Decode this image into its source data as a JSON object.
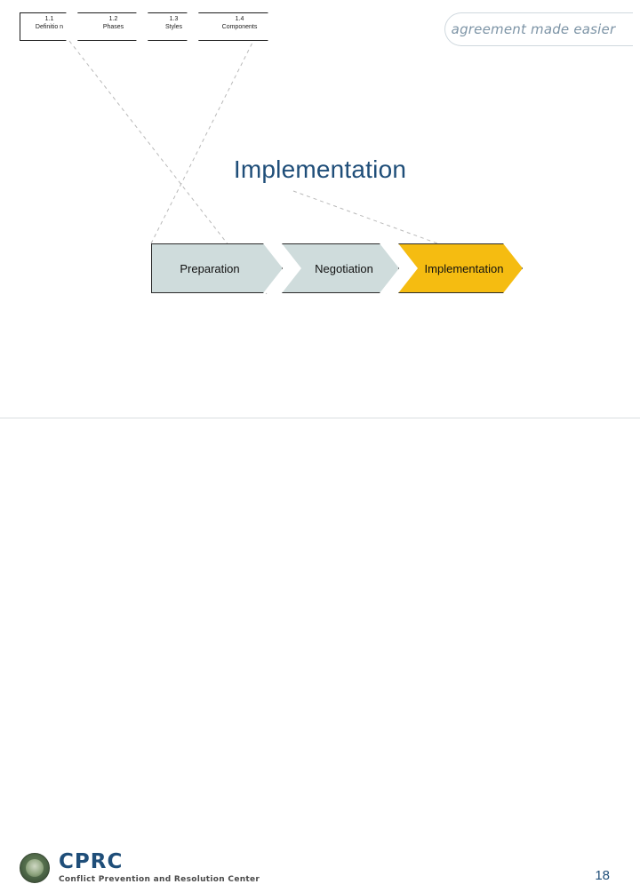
{
  "slide": {
    "title": "Implementation",
    "page_number": "18",
    "background_color": "#ffffff",
    "title_color": "#1f4e79"
  },
  "breadcrumb": {
    "items": [
      {
        "number": "1.1",
        "label": "Definitio n"
      },
      {
        "number": "1.2",
        "label": "Phases"
      },
      {
        "number": "1.3",
        "label": "Styles"
      },
      {
        "number": "1.4",
        "label": "Components"
      }
    ]
  },
  "branding": {
    "tagline": "agreement made easier",
    "tagline_color": "#7d94a6"
  },
  "process": {
    "steps": [
      {
        "label": "Preparation",
        "color": "#cfdcdc",
        "active": false
      },
      {
        "label": "Negotiation",
        "color": "#cfdcdc",
        "active": false
      },
      {
        "label": "Implementation",
        "color": "#f5bc11",
        "active": true
      }
    ]
  },
  "footer": {
    "logo_title": "CPRC",
    "logo_subtitle": "Conflict Prevention and Resolution Center",
    "seal_name": "agency-seal-icon"
  }
}
